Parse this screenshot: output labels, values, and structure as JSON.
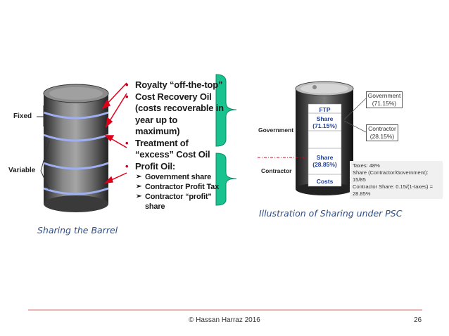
{
  "left": {
    "label_fixed": "Fixed",
    "label_variable": "Variable",
    "bullets": [
      {
        "text": "Royalty “off-the-top”"
      },
      {
        "text": "Cost Recovery Oil (costs recoverable in year up to maximum)"
      },
      {
        "text": "Treatment of “excess” Cost Oil"
      },
      {
        "text": "Profit Oil:"
      }
    ],
    "sub_bullets": [
      {
        "text": "Government share"
      },
      {
        "text": "Contractor Profit Tax"
      },
      {
        "text": "Contractor “profit” share"
      }
    ],
    "caption": "Sharing the Barrel",
    "brace_color": "#19c38f",
    "arrow_color": "#e0001b"
  },
  "right": {
    "label_government": "Government",
    "label_contractor": "Contractor",
    "segments": {
      "ftp": "FTP",
      "share_gov_line1": "Share",
      "share_gov_line2": "(71.15%)",
      "share_con_line1": "Share",
      "share_con_line2": "(28.85%)",
      "costs": "Costs"
    },
    "callout_government_line1": "Government",
    "callout_government_line2": "(71.15%)",
    "callout_contractor_line1": "Contractor",
    "callout_contractor_line2": "(28.15%)",
    "tax_line1": "Taxes: 48%",
    "tax_line2": "Share (Contractor/Government): 15/85",
    "tax_line3": "Contractor Share: 0.15/(1-taxes) = 28.85%",
    "caption": "Illustration of Sharing under PSC"
  },
  "footer": {
    "copyright": "©  Hassan Harraz  2016",
    "page": "26",
    "rule_color": "#d46a6a"
  }
}
